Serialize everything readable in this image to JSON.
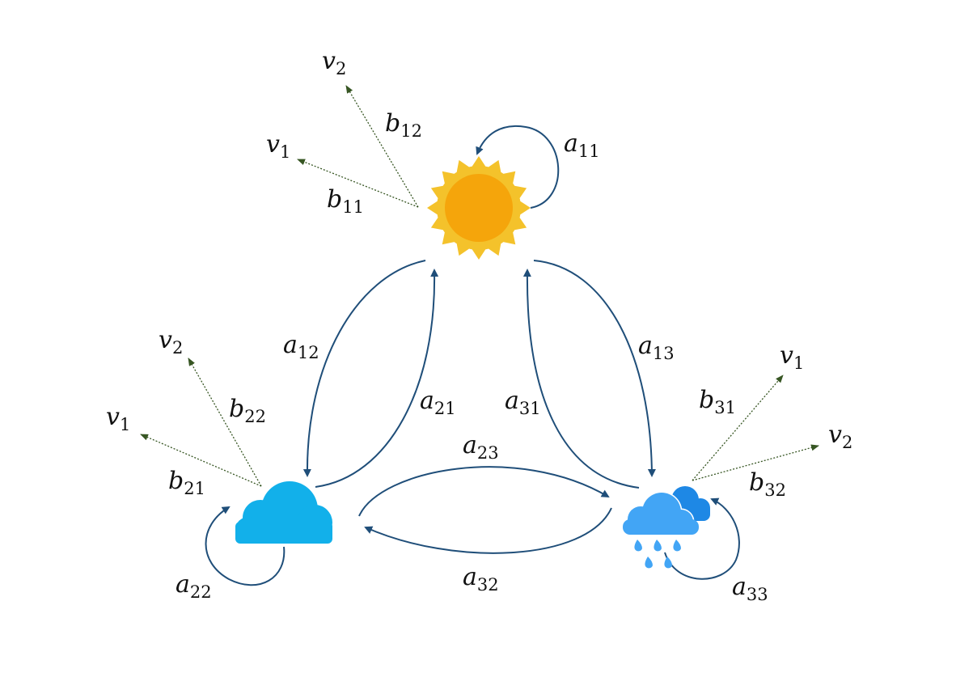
{
  "colors": {
    "transition_arrow": "#1f4e79",
    "emission_arrow": "#375623",
    "sun_outer": "#f4c22b",
    "sun_inner": "#f5a50b",
    "cloud": "#12b0ea",
    "rain_cloud": "#42a5f5",
    "rain_cloud_back": "#1e88e5",
    "label": "#111111"
  },
  "states": [
    {
      "id": "sunny",
      "icon": "sun-icon"
    },
    {
      "id": "cloudy",
      "icon": "cloud-icon"
    },
    {
      "id": "rainy",
      "icon": "rain-cloud-icon"
    }
  ],
  "transition_labels": {
    "a11": {
      "base": "a",
      "sub": "11"
    },
    "a12": {
      "base": "a",
      "sub": "12"
    },
    "a13": {
      "base": "a",
      "sub": "13"
    },
    "a21": {
      "base": "a",
      "sub": "21"
    },
    "a22": {
      "base": "a",
      "sub": "22"
    },
    "a23": {
      "base": "a",
      "sub": "23"
    },
    "a31": {
      "base": "a",
      "sub": "31"
    },
    "a32": {
      "base": "a",
      "sub": "32"
    },
    "a33": {
      "base": "a",
      "sub": "33"
    }
  },
  "emission_labels": {
    "b11": {
      "base": "b",
      "sub": "11"
    },
    "b12": {
      "base": "b",
      "sub": "12"
    },
    "b21": {
      "base": "b",
      "sub": "21"
    },
    "b22": {
      "base": "b",
      "sub": "22"
    },
    "b31": {
      "base": "b",
      "sub": "31"
    },
    "b32": {
      "base": "b",
      "sub": "32"
    }
  },
  "observations": {
    "v1": {
      "base": "v",
      "sub": "1"
    },
    "v2": {
      "base": "v",
      "sub": "2"
    }
  }
}
